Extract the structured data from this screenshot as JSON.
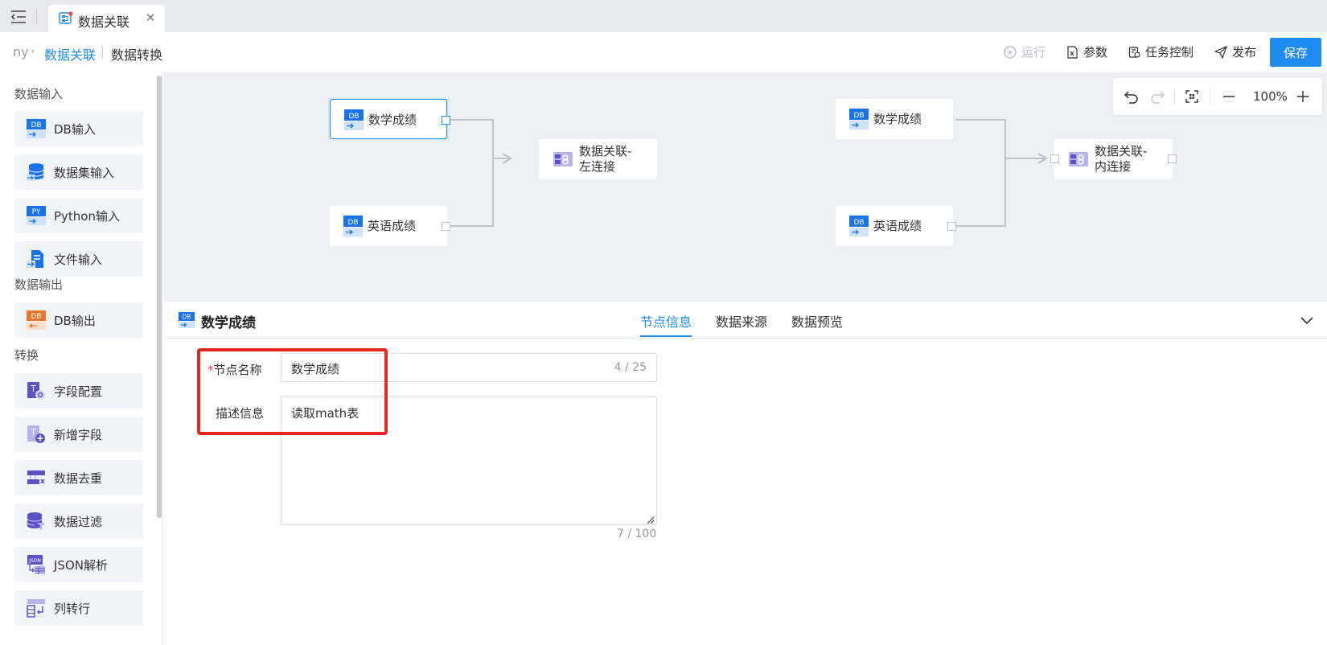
{
  "tabs": [
    {
      "label": "数据关联",
      "icon": "data-relation-icon",
      "active": true,
      "unsaved": true
    }
  ],
  "breadcrumb": {
    "first": "ny",
    "second": "数据关联",
    "third": "数据转换"
  },
  "header_actions": {
    "run": "运行",
    "params": "参数",
    "task_control": "任务控制",
    "publish": "发布",
    "save": "保存"
  },
  "colors": {
    "accent": "#1f8cf0",
    "highlight": "#e8251f",
    "db_blue": "#1a73e8",
    "db_orange": "#e8792b",
    "transform_purple": "#5b53c4"
  },
  "sidebar": {
    "groups": [
      {
        "title": "数据输入",
        "items": [
          {
            "label": "DB输入",
            "icon": "db-input-icon"
          },
          {
            "label": "数据集输入",
            "icon": "dataset-input-icon"
          },
          {
            "label": "Python输入",
            "icon": "python-input-icon"
          },
          {
            "label": "文件输入",
            "icon": "file-input-icon"
          }
        ]
      },
      {
        "title": "数据输出",
        "items": [
          {
            "label": "DB输出",
            "icon": "db-output-icon"
          }
        ]
      },
      {
        "title": "转换",
        "items": [
          {
            "label": "字段配置",
            "icon": "field-config-icon"
          },
          {
            "label": "新增字段",
            "icon": "add-field-icon"
          },
          {
            "label": "数据去重",
            "icon": "dedupe-icon"
          },
          {
            "label": "数据过滤",
            "icon": "filter-icon"
          },
          {
            "label": "JSON解析",
            "icon": "json-parse-icon"
          },
          {
            "label": "列转行",
            "icon": "column-to-row-icon"
          }
        ]
      }
    ]
  },
  "canvas": {
    "zoom": "100%",
    "left_flow": {
      "input_a": "数学成绩",
      "input_b": "英语成绩",
      "output": "数据关联-\n左连接"
    },
    "right_flow": {
      "input_a": "数学成绩",
      "input_b": "英语成绩",
      "output": "数据关联-\n内连接"
    }
  },
  "panel": {
    "title": "数学成绩",
    "tabs": [
      "节点信息",
      "数据来源",
      "数据预览"
    ],
    "active_tab": 0,
    "form": {
      "name_label": "节点名称",
      "name_required": "*",
      "name_value": "数学成绩",
      "name_count": "4 / 25",
      "desc_label": "描述信息",
      "desc_value": "读取math表",
      "desc_count": "7 / 100"
    }
  }
}
